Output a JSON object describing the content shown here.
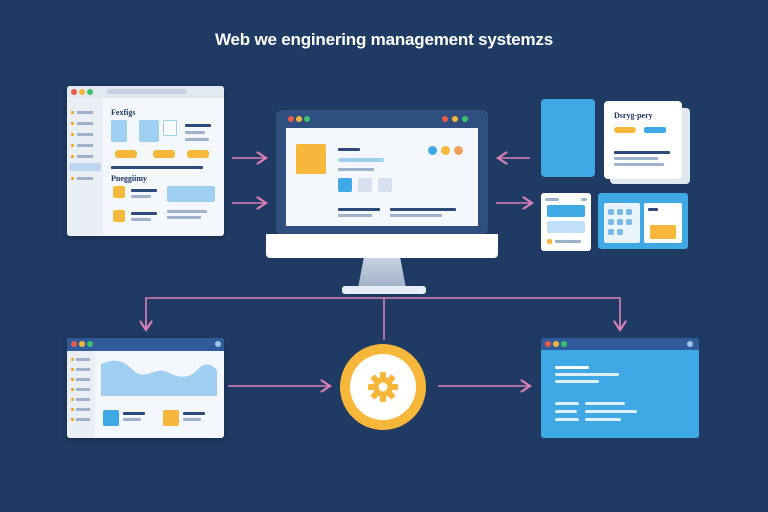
{
  "title": "Web we enginering management systemzs",
  "panels": {
    "top_left": {
      "label_1": "Fexfigs",
      "label_2": "Pneggiimy"
    },
    "top_right_card": {
      "label": "Dsryg-pery"
    }
  },
  "colors": {
    "background": "#1f3a63",
    "accent_blue": "#3fa9e6",
    "accent_orange": "#f7b73a",
    "connector": "#d97fb4",
    "monitor_frame": "#2f4f80"
  },
  "icons": {
    "center_hub": "gear-icon"
  }
}
